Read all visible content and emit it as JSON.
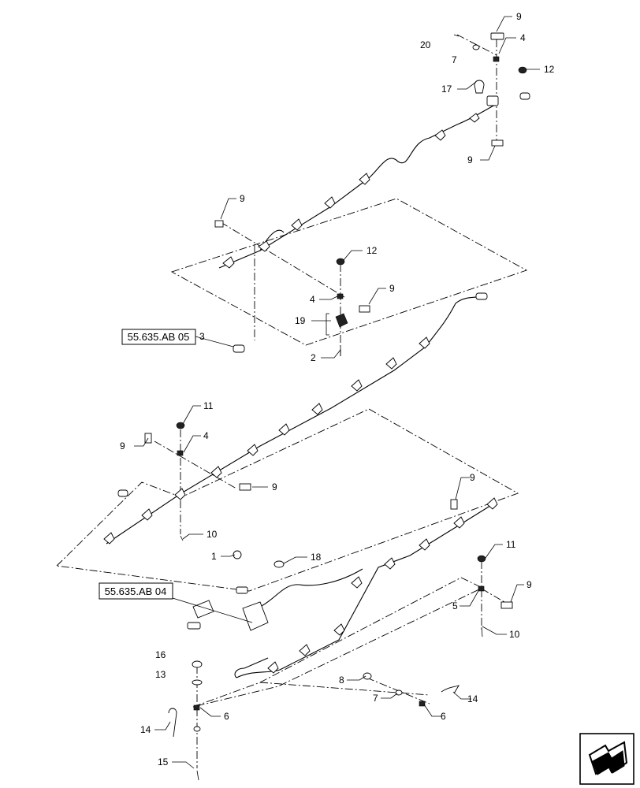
{
  "diagram": {
    "reference_boxes": [
      {
        "id": "ref-top",
        "text": "55.635.AB 05"
      },
      {
        "id": "ref-bottom",
        "text": "55.635.AB 04"
      }
    ],
    "callouts": [
      {
        "id": "c20",
        "text": "20"
      },
      {
        "id": "c9a",
        "text": "9"
      },
      {
        "id": "c4a",
        "text": "4"
      },
      {
        "id": "c7a",
        "text": "7"
      },
      {
        "id": "c12a",
        "text": "12"
      },
      {
        "id": "c17",
        "text": "17"
      },
      {
        "id": "c9b",
        "text": "9"
      },
      {
        "id": "c9c",
        "text": "9"
      },
      {
        "id": "c12b",
        "text": "12"
      },
      {
        "id": "c4b",
        "text": "4"
      },
      {
        "id": "c9d",
        "text": "9"
      },
      {
        "id": "c19",
        "text": "19"
      },
      {
        "id": "c3",
        "text": "3"
      },
      {
        "id": "c2",
        "text": "2"
      },
      {
        "id": "c11a",
        "text": "11"
      },
      {
        "id": "c9e",
        "text": "9"
      },
      {
        "id": "c4c",
        "text": "4"
      },
      {
        "id": "c9f",
        "text": "9"
      },
      {
        "id": "c10a",
        "text": "10"
      },
      {
        "id": "c9g",
        "text": "9"
      },
      {
        "id": "c1",
        "text": "1"
      },
      {
        "id": "c18",
        "text": "18"
      },
      {
        "id": "c11b",
        "text": "11"
      },
      {
        "id": "c5",
        "text": "5"
      },
      {
        "id": "c9h",
        "text": "9"
      },
      {
        "id": "c10b",
        "text": "10"
      },
      {
        "id": "c16",
        "text": "16"
      },
      {
        "id": "c13",
        "text": "13"
      },
      {
        "id": "c8",
        "text": "8"
      },
      {
        "id": "c7b",
        "text": "7"
      },
      {
        "id": "c14a",
        "text": "14"
      },
      {
        "id": "c6a",
        "text": "6"
      },
      {
        "id": "c6b",
        "text": "6"
      },
      {
        "id": "c14b",
        "text": "14"
      },
      {
        "id": "c15",
        "text": "15"
      }
    ]
  }
}
